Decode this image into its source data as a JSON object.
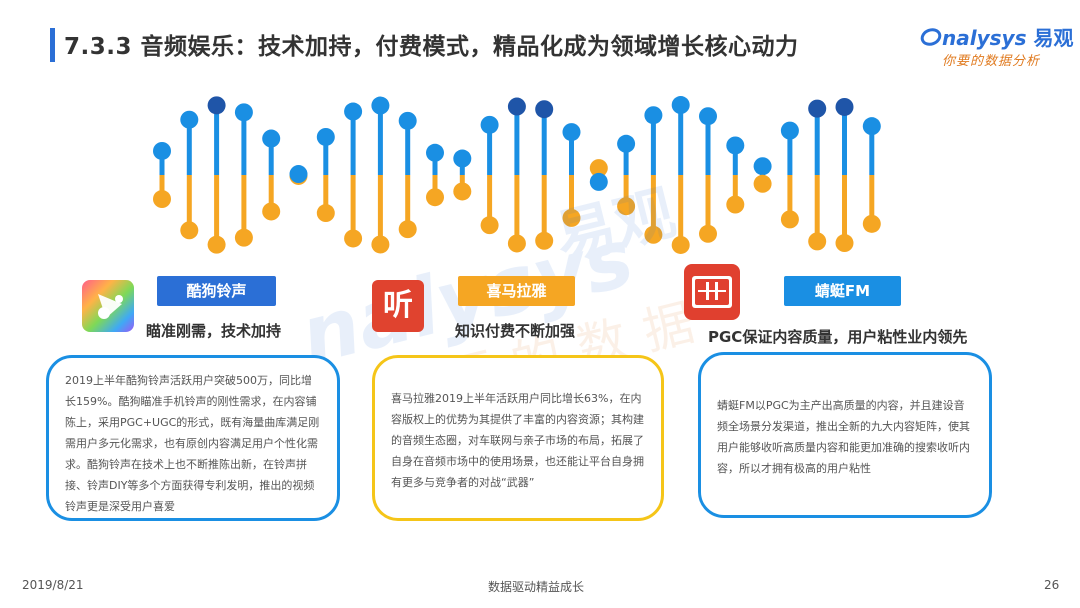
{
  "header": {
    "title": "7.3.3 音频娱乐：技术加持，付费模式，精品化成为领域增长核心动力"
  },
  "logo": {
    "brand_en": "nalysys",
    "brand_cn": "易观",
    "slogan": "你要的数据分析"
  },
  "watermark": {
    "brand": "nalysys",
    "brand_cn": "易观",
    "slogan": "你要的数据分析"
  },
  "colors": {
    "accent_blue": "#2b6fd6",
    "accent_orange": "#f5a623",
    "dna_blue": "#1a8fe3",
    "dna_dark": "#1f55a8",
    "dna_orange": "#f5a623"
  },
  "sections": [
    {
      "app_name": "酷狗铃声",
      "icon": "kugou-ringtone-icon",
      "tagline": "瞄准刚需，技术加持",
      "body": "2019上半年酷狗铃声活跃用户突破500万，同比增长159%。酷狗瞄准手机铃声的刚性需求，在内容铺陈上，采用PGC+UGC的形式，既有海量曲库满足刚需用户多元化需求，也有原创内容满足用户个性化需求。酷狗铃声在技术上也不断推陈出新，在铃声拼接、铃声DIY等多个方面获得专利发明，推出的视频铃声更是深受用户喜爱",
      "badge_color": "#2b6fd6",
      "border_color": "#1a8fe3"
    },
    {
      "app_name": "喜马拉雅",
      "icon": "ximalaya-icon",
      "icon_glyph": "听",
      "tagline": "知识付费不断加强",
      "body": "喜马拉雅2019上半年活跃用户同比增长63%，在内容版权上的优势为其提供了丰富的内容资源；其构建的音频生态圈，对车联网与亲子市场的布局，拓展了自身在音频市场中的使用场景，也还能让平台自身拥有更多与竞争者的对战“武器”",
      "badge_color": "#f5a623",
      "border_color": "#f5c518"
    },
    {
      "app_name": "蜻蜓FM",
      "icon": "qingting-fm-icon",
      "tagline": "PGC保证内容质量，用户粘性业内领先",
      "body": "蜻蜓FM以PGC为主产出高质量的内容，并且建设音频全场景分发渠道，推出全新的九大内容矩阵，使其用户能够收听高质量内容和能更加准确的搜索收听内容，所以才拥有极高的用户粘性",
      "badge_color": "#1a8fe3",
      "border_color": "#1a8fe3"
    }
  ],
  "footer": {
    "date": "2019/8/21",
    "center": "数据驱动精益成长",
    "page": "26"
  }
}
